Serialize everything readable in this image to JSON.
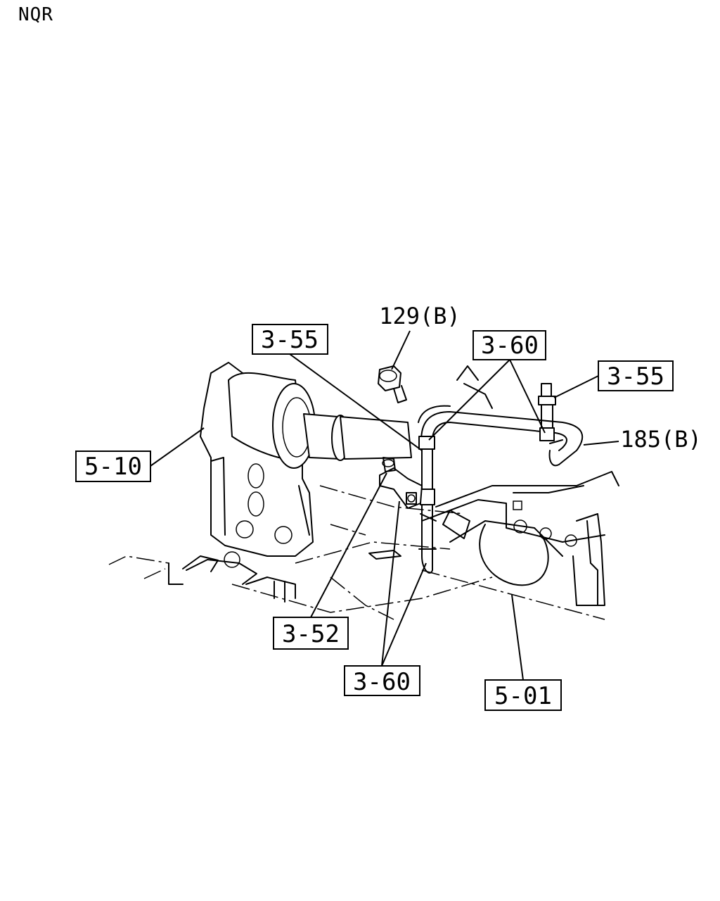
{
  "header": {
    "model": "NQR"
  },
  "callouts": {
    "c1": "3-55",
    "c2": "129(B)",
    "c3": "3-60",
    "c4": "3-55",
    "c5": "185(B)",
    "c6": "5-10",
    "c7": "3-52",
    "c8": "3-60",
    "c9": "5-01"
  },
  "icons": [
    "frame-crossmember-icon",
    "exhaust-pipe-icon",
    "hose-clamp-icon",
    "bolt-icon",
    "nut-icon",
    "fuel-pipe-icon"
  ]
}
